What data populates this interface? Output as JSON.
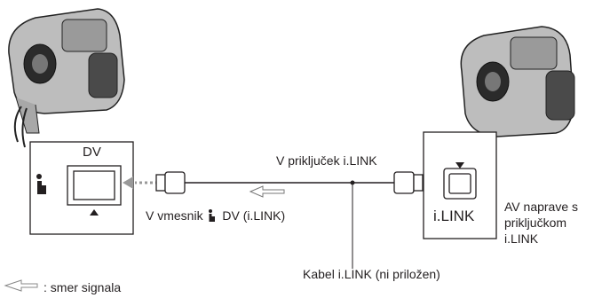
{
  "left_port": {
    "label": "DV"
  },
  "right_port": {
    "label": "i.LINK"
  },
  "labels": {
    "v_prikljucek": "V priključek i.LINK",
    "v_vmesnik": "V vmesnik",
    "v_vmesnik_suffix": "DV (i.LINK)",
    "kabel": "Kabel i.LINK (ni priložen)",
    "av_line1": "AV naprave s",
    "av_line2": "priključkom",
    "av_line3": "i.LINK"
  },
  "legend": {
    "text": ": smer signala"
  },
  "icons": [
    "ilink-icon",
    "signal-direction-arrow-icon",
    "camcorder-icon"
  ],
  "colors": {
    "line": "#231f20",
    "arrow_gray": "#999999",
    "body_gray": "#8a8a8a"
  }
}
